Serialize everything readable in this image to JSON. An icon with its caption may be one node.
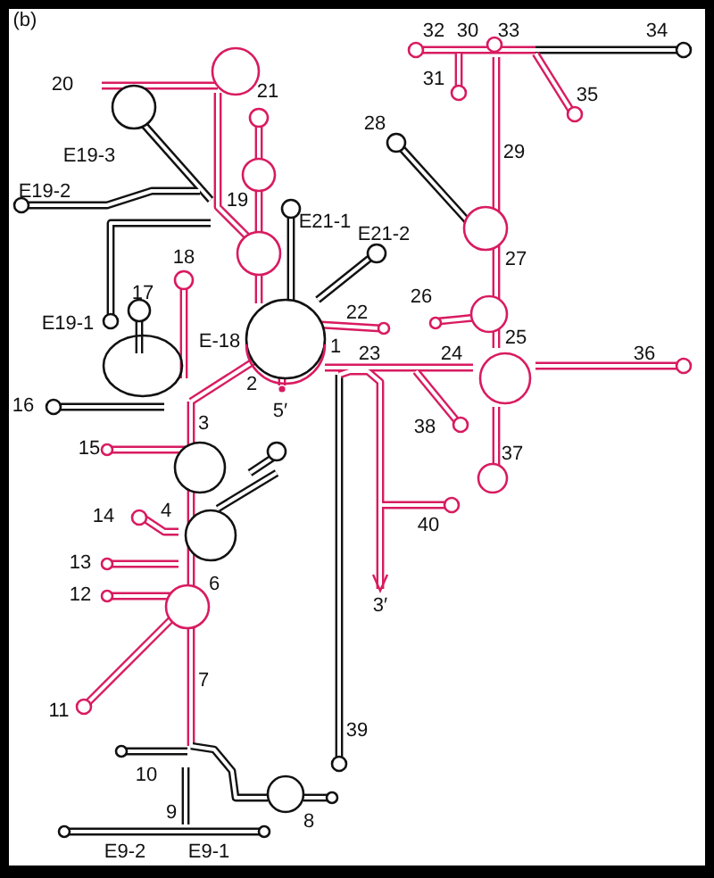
{
  "diagram": {
    "labels": [
      "(b)",
      "32",
      "30",
      "33",
      "34",
      "20",
      "21",
      "31",
      "35",
      "28",
      "E19-3",
      "29",
      "E19-2",
      "19",
      "E21-1",
      "E21-2",
      "18",
      "27",
      "17",
      "E-18",
      "26",
      "E19-1",
      "22",
      "25",
      "1",
      "23",
      "24",
      "36",
      "2",
      "16",
      "5′",
      "3",
      "38",
      "15",
      "37",
      "14",
      "4",
      "40",
      "13",
      "6",
      "12",
      "3′",
      "7",
      "11",
      "39",
      "10",
      "9",
      "8",
      "E9-2",
      "E9-1"
    ]
  }
}
